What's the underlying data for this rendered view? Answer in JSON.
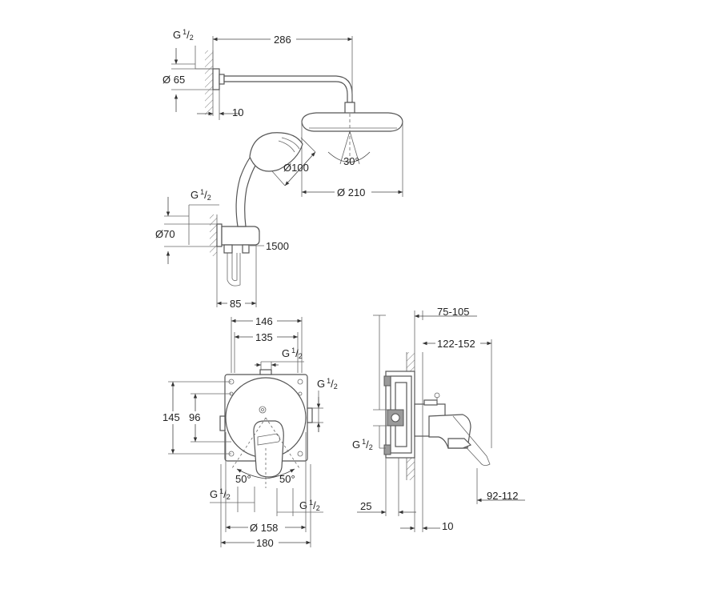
{
  "shower_head": {
    "thread": "G",
    "thread_num": "1",
    "thread_den": "2",
    "arm_length": "286",
    "flange_diameter": "Ø 65",
    "wall_offset": "10",
    "head_diameter": "Ø 210",
    "spray_angle": "30°"
  },
  "hand_shower": {
    "head_diameter": "Ø100",
    "thread": "G",
    "thread_num": "1",
    "thread_den": "2",
    "outlet_diameter": "Ø70",
    "hose_length": "1500",
    "projection": "85"
  },
  "mixer_front": {
    "width_outer": "146",
    "width_inner": "135",
    "thread_top": "G",
    "thread_top_num": "1",
    "thread_top_den": "2",
    "thread_right": "G",
    "thread_right_num": "1",
    "thread_right_den": "2",
    "height_outer": "145",
    "height_inner": "96",
    "angle_left": "50°",
    "angle_right": "50°",
    "thread_bottom_left": "G",
    "thread_bottom_left_num": "1",
    "thread_bottom_left_den": "2",
    "thread_bottom_right": "G",
    "thread_bottom_right_num": "1",
    "thread_bottom_right_den": "2",
    "rosette_diameter": "Ø 158",
    "rosette_width": "180"
  },
  "mixer_side": {
    "depth_range_1": "75-105",
    "depth_range_2": "122-152",
    "thread": "G",
    "thread_num": "1",
    "thread_den": "2",
    "handle_range": "92-112",
    "offset_left": "25",
    "offset_bottom": "10"
  },
  "colors": {
    "line": "#444444",
    "fill_gray": "#9a9a9a",
    "background": "#ffffff"
  },
  "icons": [
    "dimension-arrow",
    "wall-hatch"
  ]
}
